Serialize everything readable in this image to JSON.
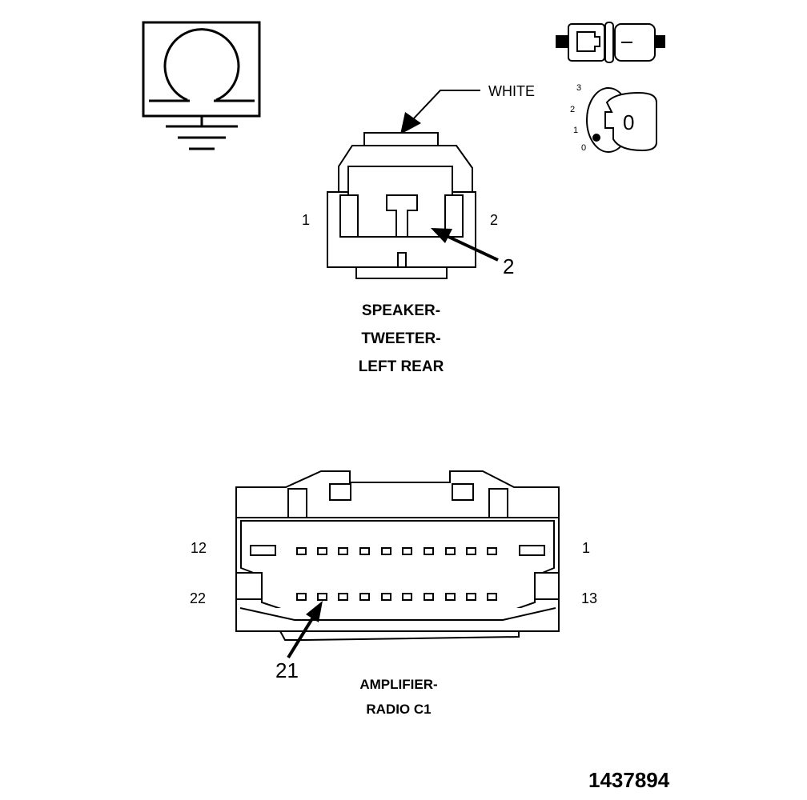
{
  "icons": {
    "ground_symbol": "omega-ground-icon",
    "connector_side_view": "connector-side-view-icon",
    "key_position": "ignition-key-icon"
  },
  "key_legend": {
    "positions": [
      "3",
      "2",
      "1",
      "0"
    ],
    "key_label": "0"
  },
  "speaker_connector": {
    "color_label": "WHITE",
    "pin_left": "1",
    "pin_right": "2",
    "callout_pin": "2",
    "caption_lines": [
      "SPEAKER-",
      "TWEETER-",
      "LEFT REAR"
    ]
  },
  "amplifier_connector": {
    "pin_labels": {
      "top_left": "12",
      "top_right": "1",
      "bottom_left": "22",
      "bottom_right": "13"
    },
    "callout_pin": "21",
    "caption_lines": [
      "AMPLIFIER-",
      "RADIO C1"
    ]
  },
  "drawing_number": "1437894"
}
